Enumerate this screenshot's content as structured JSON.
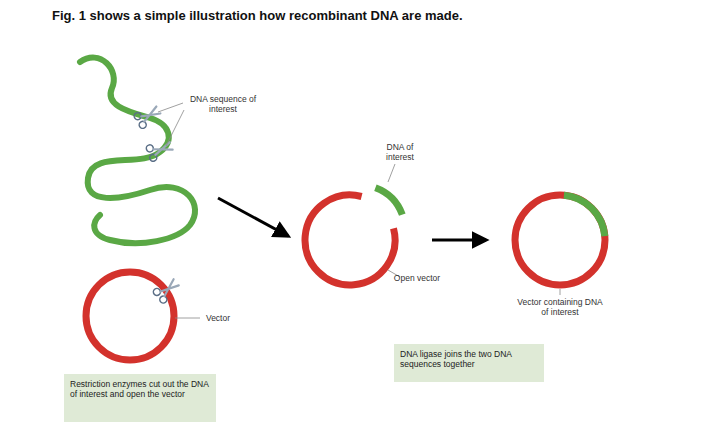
{
  "diagram": {
    "title": "Fig. 1 shows a simple illustration how recombinant DNA are made.",
    "nodes": [
      {
        "text": [
          "Restriction enzymes cut out the DNA of interest and open the vector"
        ]
      },
      {
        "text": [
          "DNA ligase joins the two DNA sequences together"
        ]
      }
    ],
    "labels": [
      "DNA sequence of interest",
      "Vector",
      "DNA of interest",
      "Open vector",
      "Vector containing DNA of interest"
    ]
  }
}
